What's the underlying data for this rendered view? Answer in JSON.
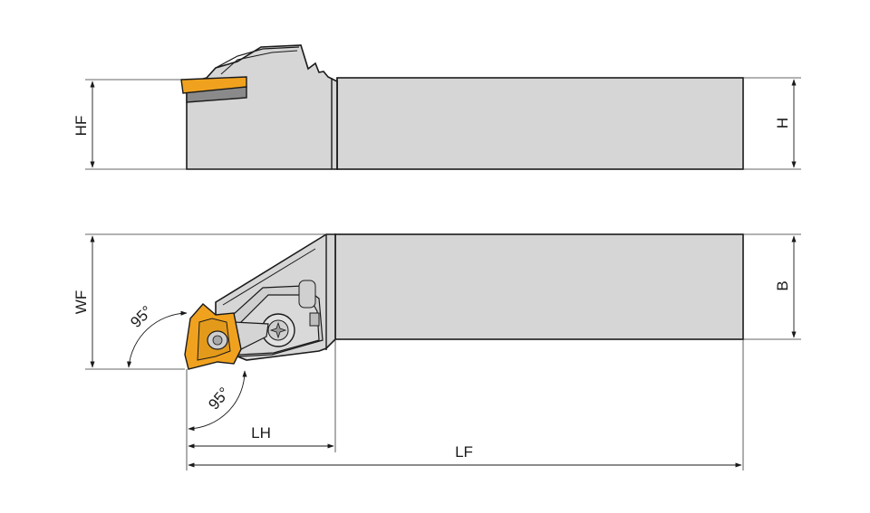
{
  "drawing": {
    "dimensions": {
      "hf": "HF",
      "h": "H",
      "wf": "WF",
      "b": "B",
      "lh": "LH",
      "lf": "LF"
    },
    "angles": {
      "upper": "95°",
      "lower": "95°"
    }
  }
}
